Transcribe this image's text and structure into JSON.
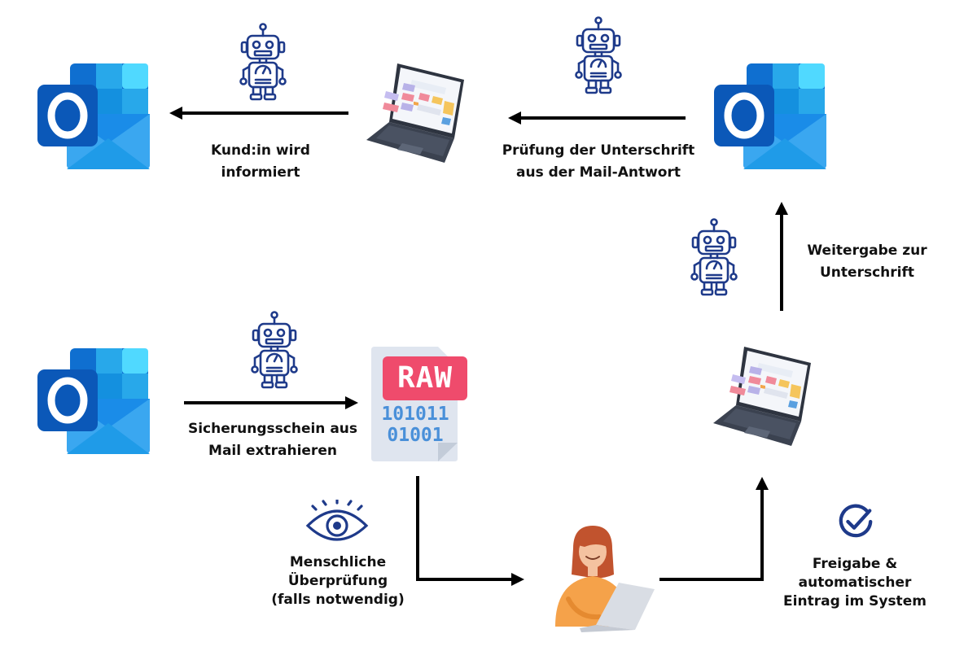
{
  "labels": {
    "customer_informed": [
      "Kund:in wird",
      "informiert"
    ],
    "signature_check": [
      "Prüfung der Unterschrift",
      "aus der Mail-Antwort"
    ],
    "forward_signature": [
      "Weitergabe zur",
      "Unterschrift"
    ],
    "extract": [
      "Sicherungsschein aus",
      "Mail extrahieren"
    ],
    "human_review": [
      "Menschliche",
      "Überprüfung",
      "(falls notwendig)"
    ],
    "approval": [
      "Freigabe &",
      "automatischer",
      "Eintrag im System"
    ]
  },
  "raw_doc": {
    "badge": "RAW",
    "binary_line1": "101011",
    "binary_line2": "01001"
  },
  "icons": {
    "outlook_letter": "O",
    "email_app": "outlook-icon",
    "bot": "robot-icon",
    "laptop": "laptop-icon",
    "file": "raw-file-icon",
    "review": "eye-icon",
    "approved": "check-circle-icon",
    "person": "woman-at-laptop-icon"
  },
  "colors": {
    "outlook_dark": "#0a4a9e",
    "outlook_mid": "#0f78d4",
    "outlook_light": "#28a8ea",
    "robot_line": "#1e3a8a",
    "raw_badge": "#ef4b6c",
    "binary_text": "#4a90d9",
    "arrow": "#000000"
  }
}
